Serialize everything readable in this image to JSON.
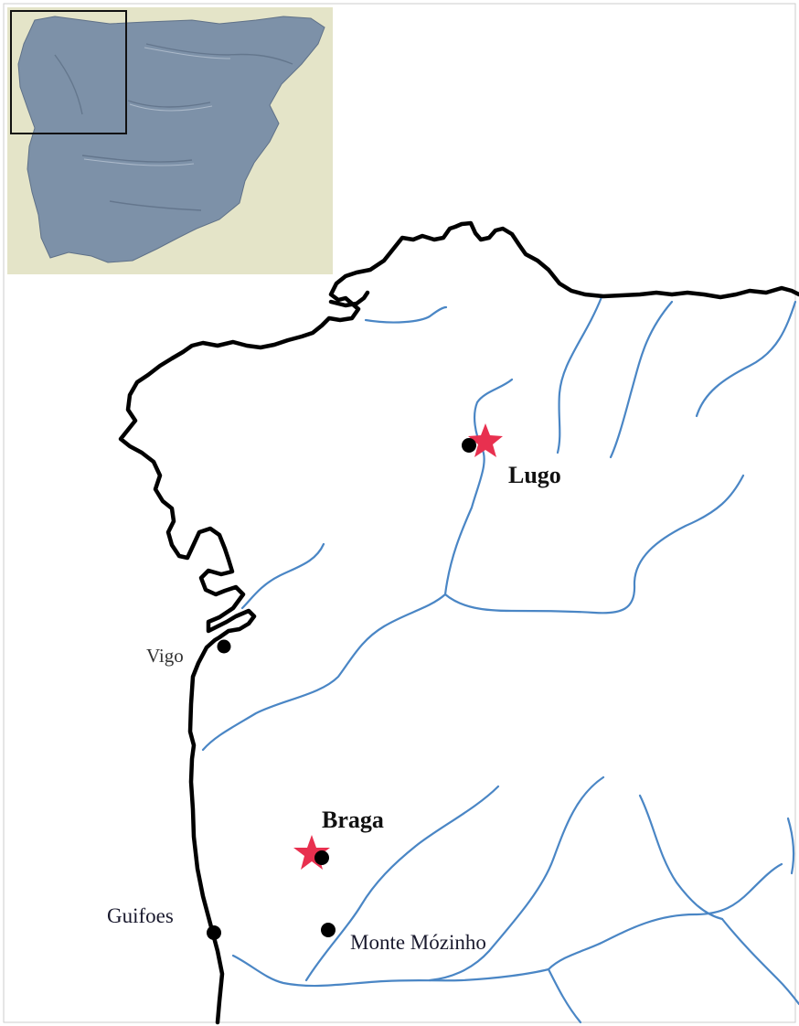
{
  "colors": {
    "coast": "#000000",
    "river": "#4a86c5",
    "star": "#e8304f",
    "dot": "#000000",
    "inset_land": "#7d91a8",
    "inset_sea": "#e4e4c8"
  },
  "map": {
    "places": [
      {
        "id": "lugo",
        "name": "Lugo",
        "kind": "major-city"
      },
      {
        "id": "braga",
        "name": "Braga",
        "kind": "major-city"
      },
      {
        "id": "vigo",
        "name": "Vigo",
        "kind": "town"
      },
      {
        "id": "guifoes",
        "name": "Guifoes",
        "kind": "town"
      },
      {
        "id": "monte-mozinho",
        "name": "Monte Mózinho",
        "kind": "site"
      }
    ],
    "inset": {
      "region": "Iberian Peninsula",
      "highlight": "north-west Iberia"
    }
  }
}
